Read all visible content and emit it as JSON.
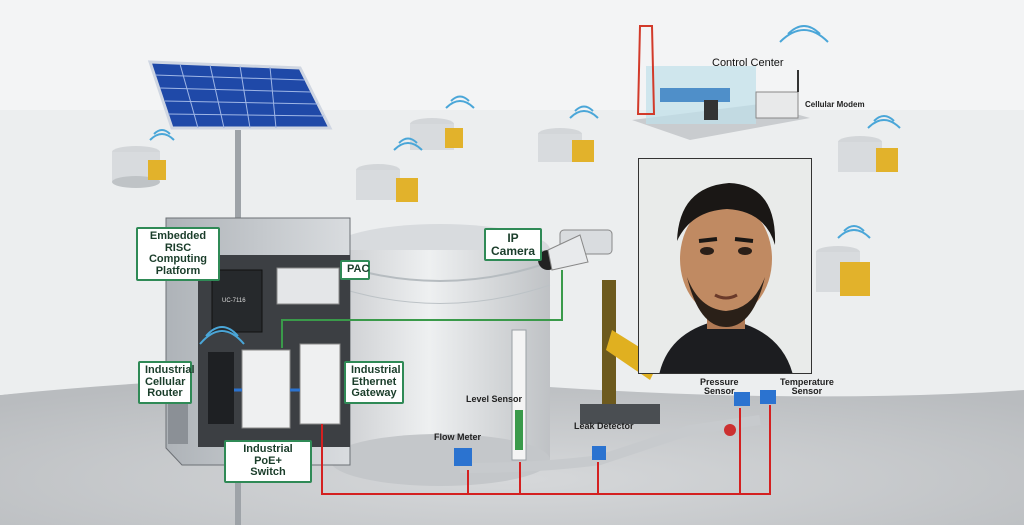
{
  "labels": {
    "embedded": [
      "Embedded RISC",
      "Computing",
      "Platform"
    ],
    "ip_camera": "IP Camera",
    "pac": "PAC",
    "cellular_router": [
      "Industrial",
      "Cellular",
      "Router"
    ],
    "ethernet_gateway": [
      "Industrial",
      "Ethernet",
      "Gateway"
    ],
    "poe_switch": [
      "Industrial PoE+",
      "Switch"
    ],
    "level_sensor": "Level Sensor",
    "flow_meter": "Flow Meter",
    "leak_detector": "Leak Detector",
    "pressure_sensor": [
      "Pressure",
      "Sensor"
    ],
    "temperature_sensor": [
      "Temperature",
      "Sensor"
    ],
    "control_center": "Control Center",
    "cellular_modem": "Cellular Modem"
  },
  "device_text": {
    "uc": "UC-7116"
  },
  "colors": {
    "label_border": "#2f8a56",
    "wire_green": "#3a9a4a",
    "wire_red": "#d42020",
    "wire_blue": "#2b73d0",
    "tank": "#e4e6e8",
    "solar": "#1f49a8",
    "pump": "#e0b020"
  }
}
